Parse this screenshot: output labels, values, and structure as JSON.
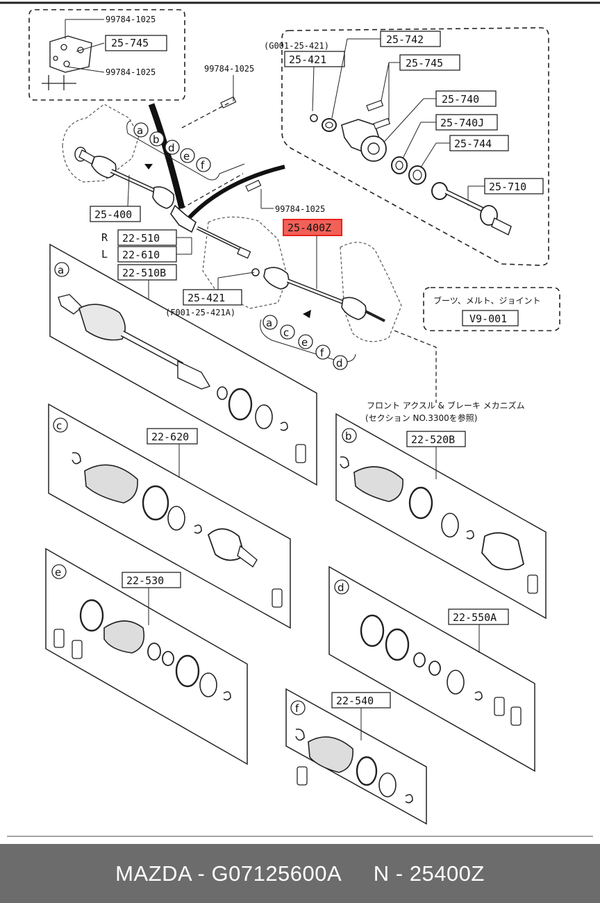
{
  "labels": {
    "bolt_top_1": "99784-1025",
    "bolt_top_2": "99784-1025",
    "bolt_mid": "99784-1025",
    "bolt_lower": "99784-1025",
    "p25745_left": "25-745",
    "p25742": "25-742",
    "p25421_top": "25-421",
    "g001_note": "(G001-25-421)",
    "p25745_right": "25-745",
    "p25740": "25-740",
    "p25740j": "25-740J",
    "p25744": "25-744",
    "p25710": "25-710",
    "p25400": "25-400",
    "p25400z": "25-400Z",
    "r_mark": "R",
    "l_mark": "L",
    "p22510": "22-510",
    "p22610": "22-610",
    "p22510b": "22-510B",
    "p25421_bottom": "25-421",
    "f001_note": "(F001-25-421A)",
    "boot_note": "ブーツ、メルト、ジョイント",
    "v9001": "V9-001",
    "ref_note_1": "フロント アクスル & ブレーキ メカニズム",
    "ref_note_2": "(セクション NO.3300を参照)",
    "p22620": "22-620",
    "p22520b": "22-520B",
    "p22530": "22-530",
    "p22550a": "22-550A",
    "p22540": "22-540"
  },
  "circle_letters": {
    "upper_row": [
      "a",
      "b",
      "d",
      "e",
      "f"
    ],
    "lower_row": [
      "a",
      "c",
      "e",
      "f",
      "d"
    ],
    "kit_a": "a",
    "kit_c": "c",
    "kit_b": "b",
    "kit_e": "e",
    "kit_d": "d",
    "kit_f": "f"
  },
  "highlight_color": "#e8211d",
  "footer": {
    "brand_part": "MAZDA - G07125600A",
    "number": "N - 25400Z"
  }
}
